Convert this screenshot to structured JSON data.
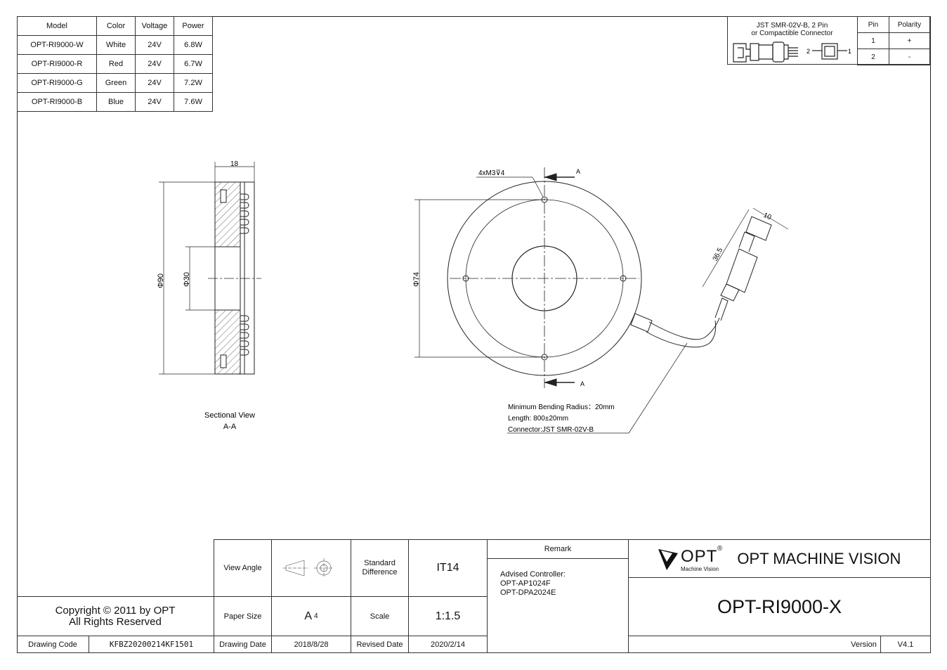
{
  "spec_table": {
    "headers": [
      "Model",
      "Color",
      "Voltage",
      "Power"
    ],
    "rows": [
      [
        "OPT-RI9000-W",
        "White",
        "24V",
        "6.8W"
      ],
      [
        "OPT-RI9000-R",
        "Red",
        "24V",
        "6.7W"
      ],
      [
        "OPT-RI9000-G",
        "Green",
        "24V",
        "7.2W"
      ],
      [
        "OPT-RI9000-B",
        "Blue",
        "24V",
        "7.6W"
      ]
    ]
  },
  "connector": {
    "title_line1": "JST SMR-02V-B, 2 Pin",
    "title_line2": "or Compactible Connector",
    "headers": [
      "Pin",
      "Polarity"
    ],
    "rows": [
      [
        "1",
        "+"
      ],
      [
        "2",
        "-"
      ]
    ],
    "pin2_label": "2",
    "pin1_label": "1"
  },
  "section_view": {
    "dim_width": "18",
    "dim_outer": "Φ90",
    "dim_inner": "Φ30",
    "caption_line1": "Sectional View",
    "caption_line2": "A-A"
  },
  "front_view": {
    "hole_callout": "4xM3⊽4",
    "section_mark": "A",
    "dim_pcd": "Φ74",
    "dim_cable_10": "10",
    "dim_cable_36": "36.5",
    "note_line1": "Minimum Bending Radius：20mm",
    "note_line2": "Length: 800±20mm",
    "note_line3": "Connector:JST SMR-02V-B"
  },
  "title_block": {
    "view_angle_label": "View Angle",
    "standard_diff_label": "Standard Difference",
    "standard_diff_value": "IT14",
    "remark_label": "Remark",
    "remark_line1": "Advised Controller:",
    "remark_line2": "OPT-AP1024F",
    "remark_line3": "OPT-DPA2024E",
    "paper_size_label": "Paper Size",
    "paper_size_value": "A",
    "paper_size_sub": "4",
    "scale_label": "Scale",
    "scale_value": "1:1.5",
    "drawing_date_label": "Drawing Date",
    "drawing_date_value": "2018/8/28",
    "revised_date_label": "Revised Date",
    "revised_date_value": "2020/2/14",
    "logo_text": "OPT",
    "logo_sub": "Machine Vision",
    "logo_reg": "®",
    "company_name": "OPT MACHINE VISION",
    "part_number": "OPT-RI9000-X",
    "version_label": "Version",
    "version_value": "V4.1",
    "copyright_line1": "Copyright © 2011 by OPT",
    "copyright_line2": "All Rights Reserved",
    "drawing_code_label": "Drawing Code",
    "drawing_code_value": "KFBZ20200214KF1501"
  }
}
